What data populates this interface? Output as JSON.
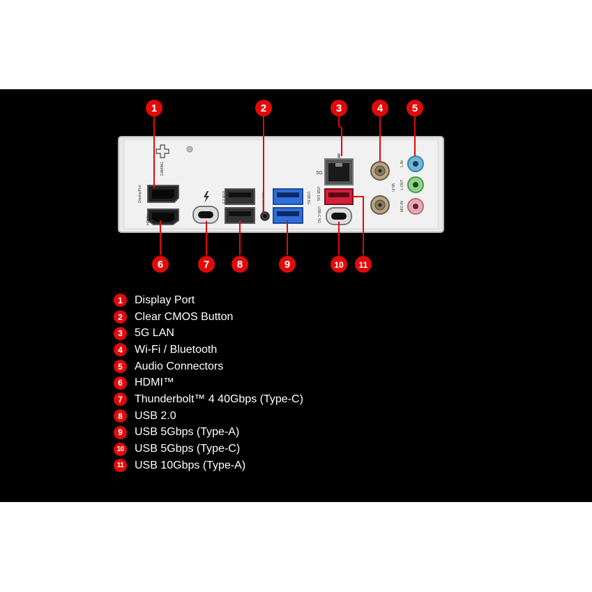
{
  "colors": {
    "background": "#000000",
    "page": "#ffffff",
    "badge": "#e10a0a",
    "panel": "#e9e9e9",
    "usb3": "#2f6fd6",
    "usb10": "#d81f3a"
  },
  "silkscreen": {
    "gaming": "GAMING",
    "displayport": "DisplayPort",
    "hdmi": "HDMI™",
    "usb20": "USB 2.0",
    "clear_cmos": "Clear CMOS Button",
    "usb5g": "USB 5G",
    "lan": "5G",
    "usb10g": "USB 10G",
    "usbc5g": "USB-C 5G",
    "wifi": "Wi-Fi",
    "line_in": "L-IN",
    "line_out": "L-OUT",
    "mic_in": "MIC-IN"
  },
  "callouts": [
    "1",
    "2",
    "3",
    "4",
    "5",
    "6",
    "7",
    "8",
    "9",
    "10",
    "11"
  ],
  "legend": [
    {
      "num": "1",
      "label": "Display Port"
    },
    {
      "num": "2",
      "label": "Clear CMOS Button"
    },
    {
      "num": "3",
      "label": "5G LAN"
    },
    {
      "num": "4",
      "label": "Wi-Fi / Bluetooth"
    },
    {
      "num": "5",
      "label": "Audio Connectors"
    },
    {
      "num": "6",
      "label": "HDMI™"
    },
    {
      "num": "7",
      "label": "Thunderbolt™ 4 40Gbps (Type-C)"
    },
    {
      "num": "8",
      "label": "USB 2.0"
    },
    {
      "num": "9",
      "label": "USB 5Gbps (Type-A)"
    },
    {
      "num": "10",
      "label": "USB 5Gbps (Type-C)"
    },
    {
      "num": "11",
      "label": "USB 10Gbps (Type-A)"
    }
  ]
}
